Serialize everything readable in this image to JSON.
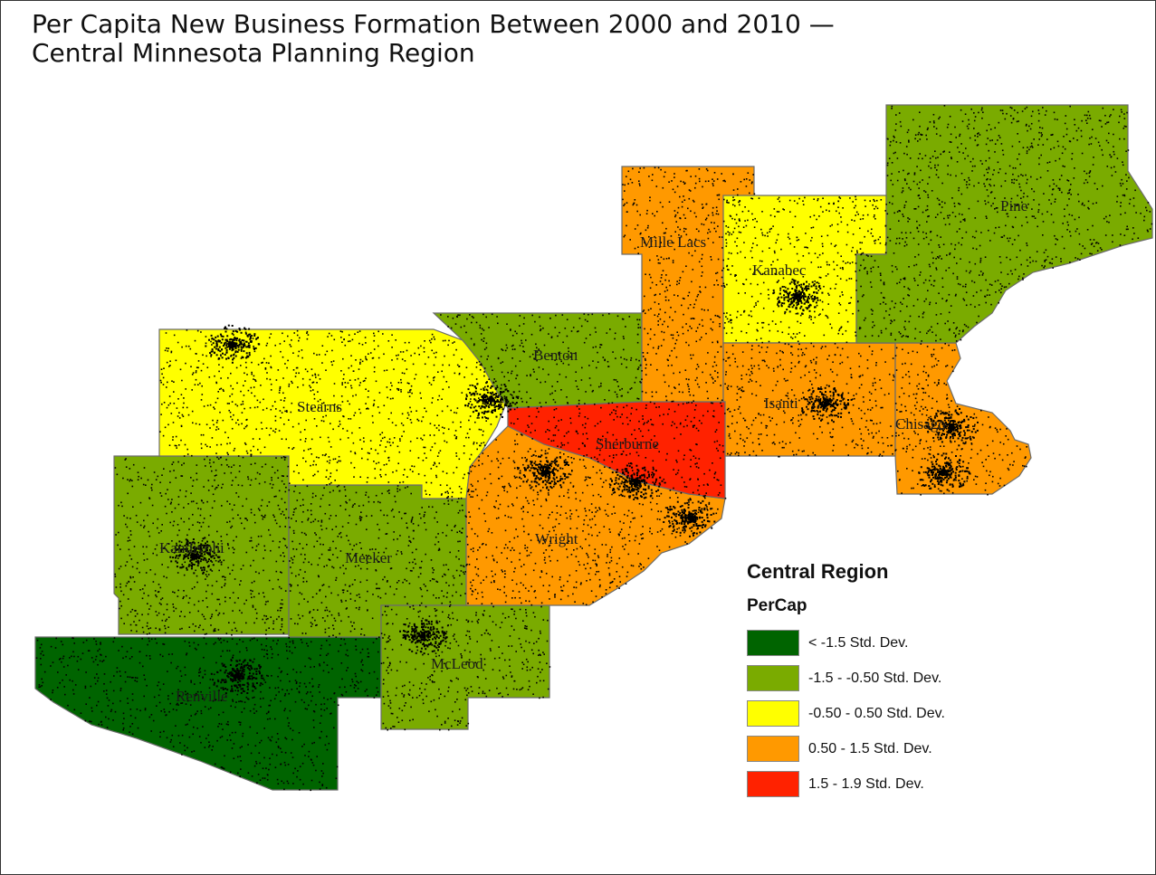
{
  "title": "Per Capita New Business Formation Between 2000 and 2010 —\nCentral Minnesota Planning Region",
  "legend": {
    "title": "Central Region",
    "field": "PerCap",
    "classes": [
      {
        "label": " < -1.5 Std. Dev.",
        "color": "#006400"
      },
      {
        "label": "-1.5 - -0.50 Std. Dev.",
        "color": "#7aab00"
      },
      {
        "label": "-0.50 - 0.50 Std. Dev.",
        "color": "#ffff00"
      },
      {
        "label": "0.50 - 1.5 Std. Dev.",
        "color": "#ff9900"
      },
      {
        "label": "1.5 - 1.9 Std. Dev.",
        "color": "#ff2200"
      }
    ]
  },
  "counties": [
    {
      "name": "Pine",
      "class": 1
    },
    {
      "name": "Mille Lacs",
      "class": 3
    },
    {
      "name": "Kanabec",
      "class": 2
    },
    {
      "name": "Benton",
      "class": 1
    },
    {
      "name": "Stearns",
      "class": 2
    },
    {
      "name": "Sherburne",
      "class": 4
    },
    {
      "name": "Isanti",
      "class": 3
    },
    {
      "name": "Chisago",
      "class": 3
    },
    {
      "name": "Wright",
      "class": 3
    },
    {
      "name": "Kandiyohi",
      "class": 1
    },
    {
      "name": "Meeker",
      "class": 1
    },
    {
      "name": "McLeod",
      "class": 1
    },
    {
      "name": "Renville",
      "class": 0
    }
  ]
}
